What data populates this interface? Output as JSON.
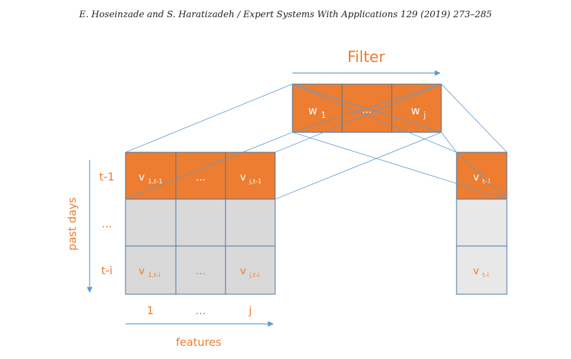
{
  "header": {
    "text": "E. Hoseinzade and S. Haratizadeh / Expert Systems With Applications 129 (2019) 273–285"
  },
  "figure": {
    "filter_title": "Filter",
    "filter_cells": [
      {
        "main": "w",
        "sub": "1"
      },
      {
        "main": "...",
        "sub": ""
      },
      {
        "main": "w",
        "sub": "j"
      }
    ],
    "row_labels": [
      "t-1",
      "...",
      "t-i"
    ],
    "axis_vertical_label": "past days",
    "axis_horizontal_label": "features",
    "column_labels": [
      "1",
      "...",
      "j"
    ],
    "input_top_row": [
      {
        "main": "v",
        "sub": "1,t-1"
      },
      {
        "main": "...",
        "sub": ""
      },
      {
        "main": "v",
        "sub": "j,t-1"
      }
    ],
    "input_bottom_row": [
      {
        "main": "v",
        "sub": "1,t-i"
      },
      {
        "main": "...",
        "sub": ""
      },
      {
        "main": "v",
        "sub": "j,t-i"
      }
    ],
    "output_top": {
      "main": "v",
      "sub": "t-1"
    },
    "output_bottom": {
      "main": "v",
      "sub": "t-i"
    },
    "colors": {
      "orange": "#ED7D31",
      "gray": "#D9D9D9",
      "lightgray": "#E8E8E8",
      "blue": "#5B9BD5",
      "border": "#41719C"
    }
  }
}
